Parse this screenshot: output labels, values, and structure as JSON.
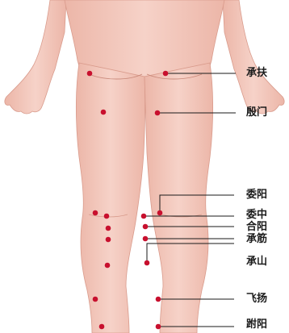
{
  "colors": {
    "skin": "#f2c6ba",
    "skin_shadow": "#e3a89a",
    "point": "#c8102e",
    "leader": "#1a1a1a",
    "background": "#ffffff"
  },
  "acupoints": [
    {
      "label": "承扶"
    },
    {
      "label": "殷门"
    },
    {
      "label": "委阳"
    },
    {
      "label": "委中"
    },
    {
      "label": "合阳"
    },
    {
      "label": "承筋"
    },
    {
      "label": "承山"
    },
    {
      "label": "飞扬"
    },
    {
      "label": "跗阳"
    }
  ]
}
